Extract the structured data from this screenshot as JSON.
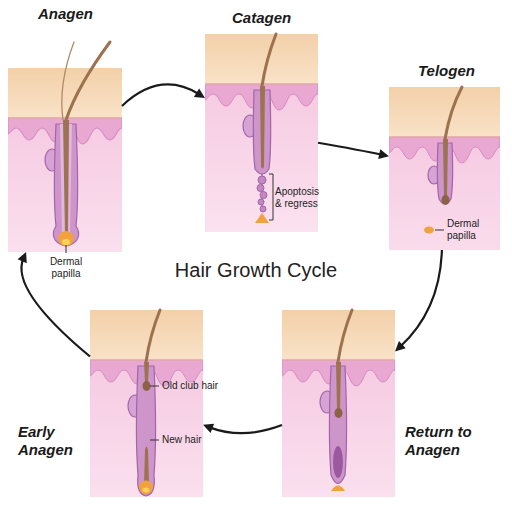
{
  "diagram": {
    "title": "Hair Growth Cycle",
    "nodes": [
      {
        "text": [
          "Anagen"
        ]
      },
      {
        "text": [
          "Catagen"
        ]
      },
      {
        "text": [
          "Telogen"
        ]
      },
      {
        "text": [
          "Return to Anagen"
        ]
      },
      {
        "text": [
          "Early Anagen"
        ]
      }
    ],
    "edges": [
      {
        "from": 0,
        "to": 1,
        "arrow": "to"
      },
      {
        "from": 1,
        "to": 2,
        "arrow": "to"
      },
      {
        "from": 2,
        "to": 3,
        "arrow": "to"
      },
      {
        "from": 3,
        "to": 4,
        "arrow": "to"
      },
      {
        "from": 4,
        "to": 0,
        "arrow": "to"
      }
    ],
    "labels": [
      "Dermal papilla",
      "Apoptosis & regress",
      "Dermal papilla",
      "Old club hair",
      "New hair"
    ]
  }
}
